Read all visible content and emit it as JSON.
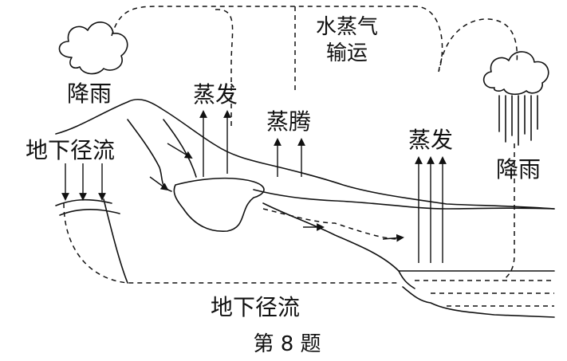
{
  "labels": {
    "vapor_transport_line1": "水蒸气",
    "vapor_transport_line2": "输运",
    "rain_left": "降雨",
    "rain_right": "降雨",
    "evaporation_left": "蒸发",
    "transpiration": "蒸腾",
    "evaporation_right": "蒸发",
    "groundwater_upper": "地下径流",
    "groundwater_lower": "地下径流",
    "caption": "第 8 题"
  }
}
